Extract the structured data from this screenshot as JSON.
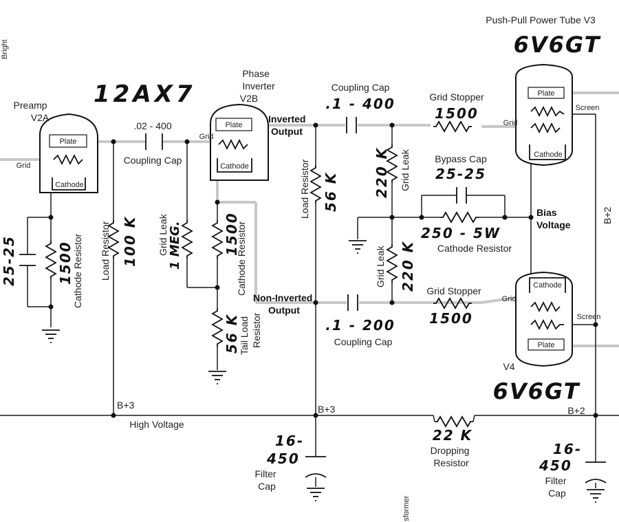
{
  "corner": {
    "top_left": "Bright",
    "bottom": "sformer"
  },
  "tubes": {
    "title_12ax7": "12AX7",
    "v2a_label": "Preamp\nV2A",
    "v2b_label": "Phase\nInverter\nV2B",
    "v3_label": "Push-Pull Power Tube V3",
    "v3_type": "6V6GT",
    "v4_label": "V4",
    "v4_type": "6V6GT"
  },
  "pins": {
    "plate": "Plate",
    "grid": "Grid",
    "cathode": "Cathode",
    "screen": "Screen"
  },
  "v2a": {
    "cathode_cap": "25-25",
    "cathode_res": "1500",
    "cathode_res_label": "Cathode Resistor",
    "load_res_label": "Load Resistor",
    "load_res": "100 K",
    "coupling_value": ".02 - 400",
    "coupling_label": "Coupling Cap"
  },
  "pi": {
    "grid_leak_label": "Grid Leak",
    "grid_leak": "1 MEG.",
    "cathode_res": "1500",
    "cathode_res_label": "Cathode Resistor",
    "tail_res": "56 K",
    "tail_label": "Tail Load\nResistor",
    "inverted_output": "Inverted\nOutput",
    "noninverted_output": "Non-Inverted\nOutput",
    "load_res_label": "Load Resistor",
    "load_res": "56 K"
  },
  "power": {
    "coupling_top_label": "Coupling Cap",
    "coupling_top_value": ".1 - 400",
    "coupling_bottom_value": ".1 - 200",
    "coupling_bottom_label": "Coupling Cap",
    "grid_leak_top": "220 K",
    "grid_leak_top_label": "Grid Leak",
    "grid_leak_bottom": "220 K",
    "grid_leak_bottom_label": "Grid Leak",
    "grid_stopper_label": "Grid Stopper",
    "grid_stopper_value": "1500",
    "grid_stopper_bottom_label": "Grid Stopper",
    "grid_stopper_bottom_value": "1500",
    "bypass_label": "Bypass Cap",
    "bypass_value": "25-25",
    "cathode_res_value": "250 - 5W",
    "cathode_res_label": "Cathode Resistor",
    "bias_label": "Bias\nVoltage"
  },
  "supply": {
    "b3_left": "B+3",
    "b3_mid": "B+3",
    "b2_bottom": "B+2",
    "b2_vertical": "B+2",
    "hv_label": "High Voltage",
    "filter_left_value": "16-\n450",
    "filter_left_label": "Filter\nCap",
    "dropping_value": "22 K",
    "dropping_label": "Dropping\nResistor",
    "filter_right_value": "16-\n450",
    "filter_right_label": "Filter\nCap"
  }
}
